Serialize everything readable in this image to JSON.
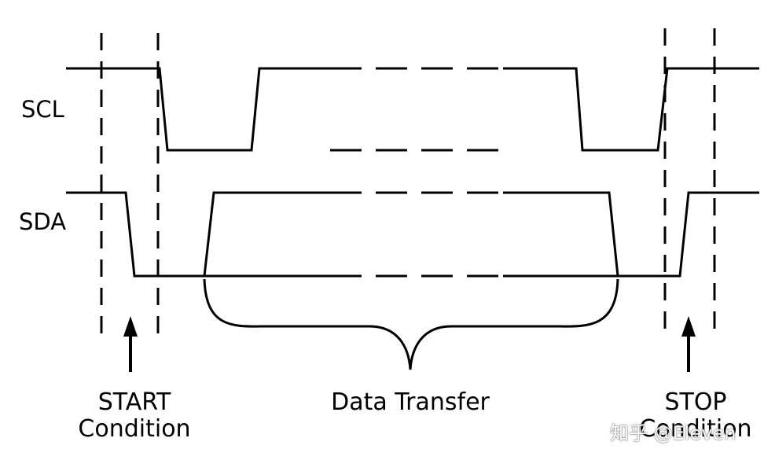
{
  "signals": {
    "scl_label": "SCL",
    "sda_label": "SDA"
  },
  "annotations": {
    "start_line1": "START",
    "start_line2": "Condition",
    "data_transfer": "Data Transfer",
    "stop_line1": "STOP",
    "stop_line2": "Condition"
  },
  "watermark": {
    "text": "知乎 @Eleven"
  },
  "colors": {
    "line": "#000000",
    "background": "#ffffff"
  }
}
